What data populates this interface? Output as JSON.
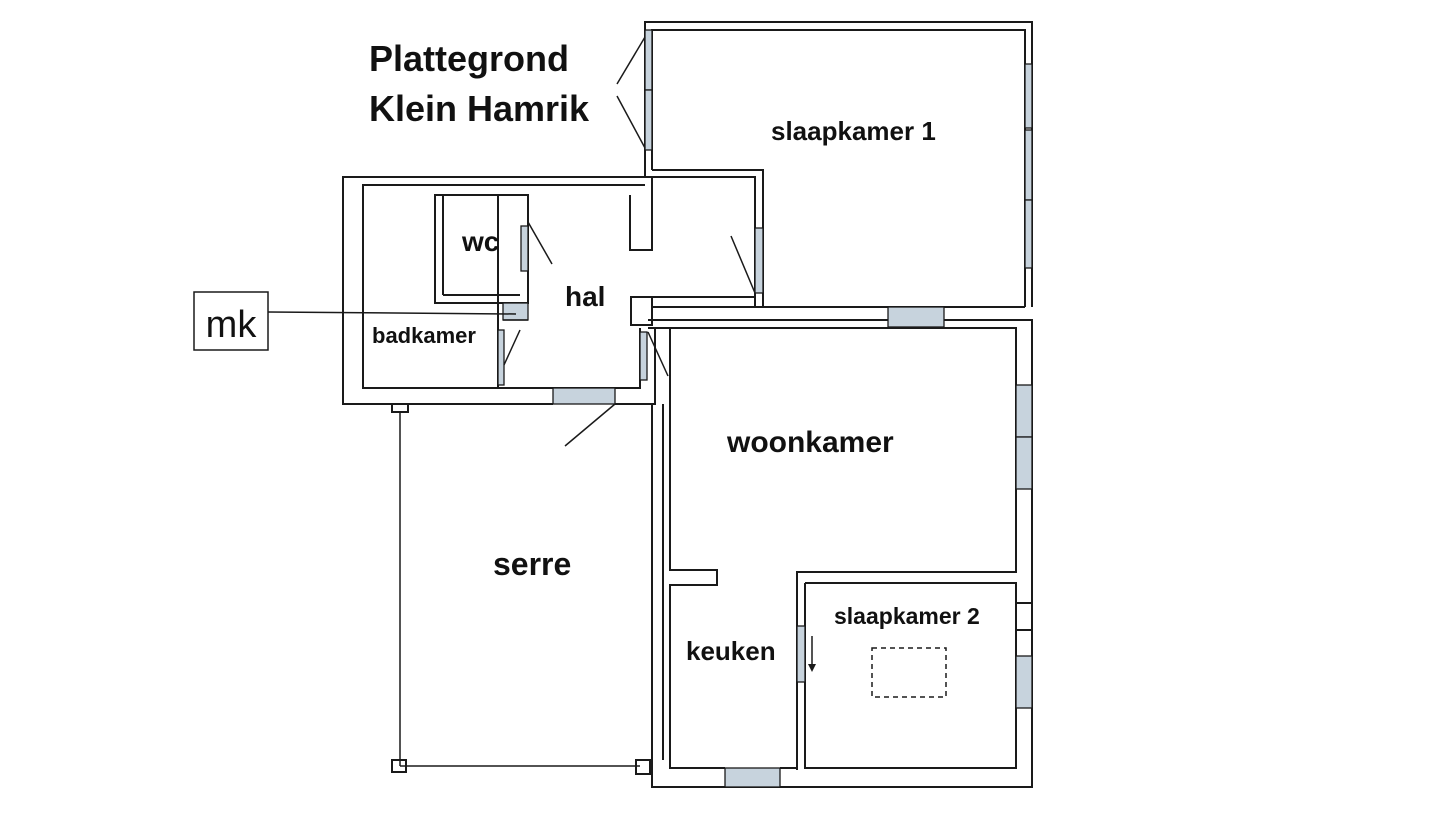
{
  "title": {
    "line1": "Plattegrond",
    "line2": "Klein Hamrik"
  },
  "rooms": {
    "slaapkamer1": "slaapkamer 1",
    "wc": "wc",
    "hal": "hal",
    "badkamer": "badkamer",
    "woonkamer": "woonkamer",
    "serre": "serre",
    "keuken": "keuken",
    "slaapkamer2": "slaapkamer 2"
  },
  "legend": {
    "mk": "mk"
  },
  "colors": {
    "wall": "#1a1a1a",
    "window": "#c7d3dd",
    "background": "#ffffff"
  }
}
